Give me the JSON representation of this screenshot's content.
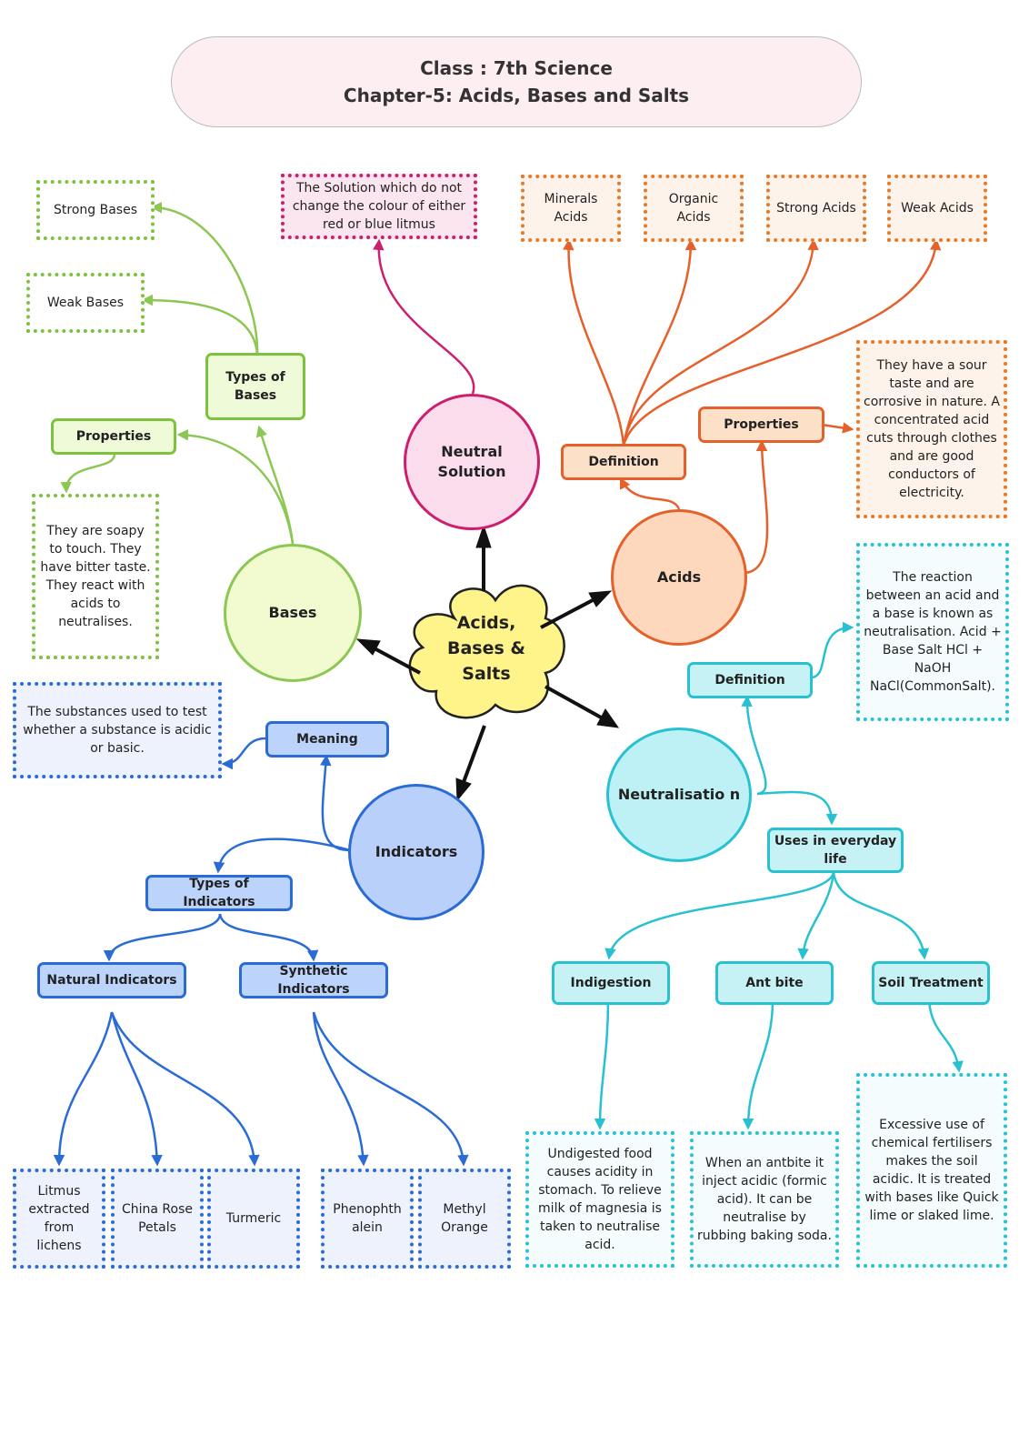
{
  "title": {
    "line1": "Class : 7th Science",
    "line2": "Chapter-5: Acids, Bases and Salts"
  },
  "center": {
    "label": "Acids,\nBases &\nSalts"
  },
  "neutral": {
    "circle": "Neutral Solution",
    "definition": "The Solution which do not change the colour of either red or blue litmus"
  },
  "acids": {
    "circle": "Acids",
    "definition": "Definition",
    "types": [
      "Minerals Acids",
      "Organic Acids",
      "Strong Acids",
      "Weak Acids"
    ],
    "properties": "Properties",
    "properties_text": "They have a sour taste and are corrosive in nature. A concentrated acid cuts through clothes and are good conductors of electricity."
  },
  "bases": {
    "circle": "Bases",
    "types_label": "Types of Bases",
    "types": [
      "Strong Bases",
      "Weak Bases"
    ],
    "properties": "Properties",
    "properties_text": "They are soapy to touch. They have bitter taste. They react with acids to neutralises."
  },
  "indicators": {
    "circle": "Indicators",
    "meaning": "Meaning",
    "meaning_text": "The substances used to test whether a substance is acidic or basic.",
    "types_label": "Types of Indicators",
    "natural": "Natural Indicators",
    "synthetic": "Synthetic Indicators",
    "natural_items": [
      "Litmus extracted from lichens",
      "China Rose Petals",
      "Turmeric"
    ],
    "synthetic_items": [
      "Phenophth alein",
      "Methyl Orange"
    ]
  },
  "neutralisation": {
    "circle": "Neutralisatio n",
    "definition": "Definition",
    "definition_text": "The reaction between an acid and a base is known as neutralisation. Acid + Base Salt HCl + NaOH NaCl(CommonSalt).",
    "uses_label": "Uses in everyday life",
    "uses": [
      "Indigestion",
      "Ant bite",
      "Soil Treatment"
    ],
    "uses_text": [
      "Undigested food causes acidity in stomach. To relieve milk of magnesia is taken to neutralise acid.",
      "When an antbite it inject acidic (formic acid). It can be neutralise by rubbing baking soda.",
      "Excessive use of chemical fertilisers makes the soil acidic. It is treated with bases like Quick lime or slaked lime."
    ]
  },
  "colors": {
    "bases": "#7cc23d",
    "neutral": "#cc1f6e",
    "acids": "#e5602a",
    "indicators": "#2b6bd6",
    "neutralisation": "#27c1d1",
    "center": "#fff48a"
  }
}
